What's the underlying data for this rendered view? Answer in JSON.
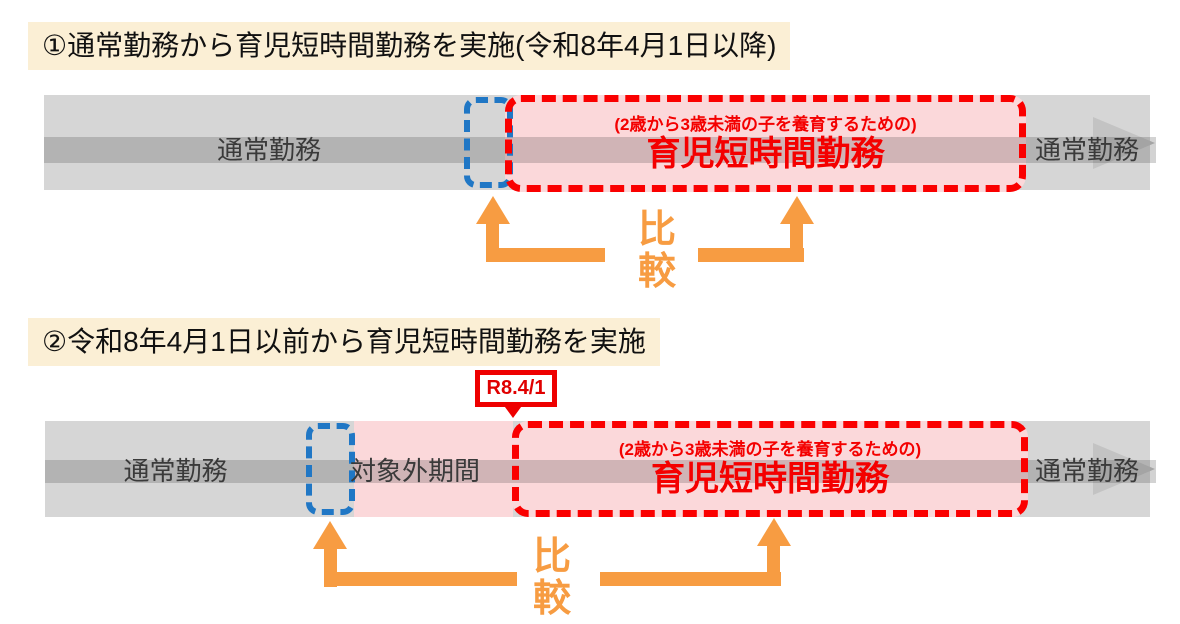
{
  "colors": {
    "accent_orange": "#F79C42",
    "accent_red": "#F40000",
    "accent_blue": "#2077C5",
    "bar_gray": "#D6D6D6",
    "highlight_pink": "#FBD8DA",
    "title_background": "#FBEFD5"
  },
  "section1": {
    "title": "①通常勤務から育児短時間勤務を実施(令和8年4月1日以降)",
    "timeline": {
      "left_label": "通常勤務",
      "right_label": "通常勤務",
      "shortwork": {
        "subtitle": "(2歳から3歳未満の子を養育するための)",
        "label": "育児短時間勤務"
      }
    },
    "compare_label": "比較"
  },
  "section2": {
    "title": "②令和8年4月1日以前から育児短時間勤務を実施",
    "callout_label": "R8.4/1",
    "timeline": {
      "left_label": "通常勤務",
      "excluded_label": "対象外期間",
      "right_label": "通常勤務",
      "shortwork": {
        "subtitle": "(2歳から3歳未満の子を養育するための)",
        "label": "育児短時間勤務"
      }
    },
    "compare_label": "比較"
  }
}
